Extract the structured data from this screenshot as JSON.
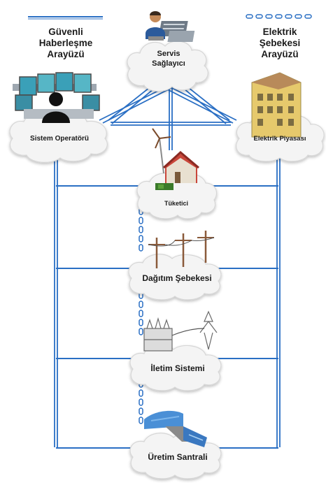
{
  "legend": {
    "secure_comm_label": [
      "Güvenli",
      "Haberleşme",
      "Arayüzü"
    ],
    "grid_label": [
      "Elektrik",
      "Şebekesi",
      "Arayüzü"
    ],
    "secure_comm_color": "#2a6fc4",
    "grid_color": "#2a6fc4"
  },
  "nodes": {
    "service_provider": [
      "Servis",
      "Sağlayıcı"
    ],
    "system_operator": "Sistem Operatörü",
    "electricity_market": "Elektrik Piyasası",
    "consumer": "Tüketici",
    "distribution": "Dağıtım Şebekesi",
    "transmission": "İletim Sistemi",
    "generation": "Üretim Santrali"
  },
  "icons": {
    "service_provider": "operator-with-servers-icon",
    "system_operator": "control-room-icon",
    "electricity_market": "office-building-icon",
    "consumer": "house-with-wind-turbine-icon",
    "distribution": "utility-poles-icon",
    "transmission": "substation-icon",
    "generation": "hydro-dam-icon"
  },
  "colors": {
    "line": "#2a6fc4",
    "cloud_fill": "#f4f4f4",
    "cloud_stroke": "#d6d6d6"
  }
}
